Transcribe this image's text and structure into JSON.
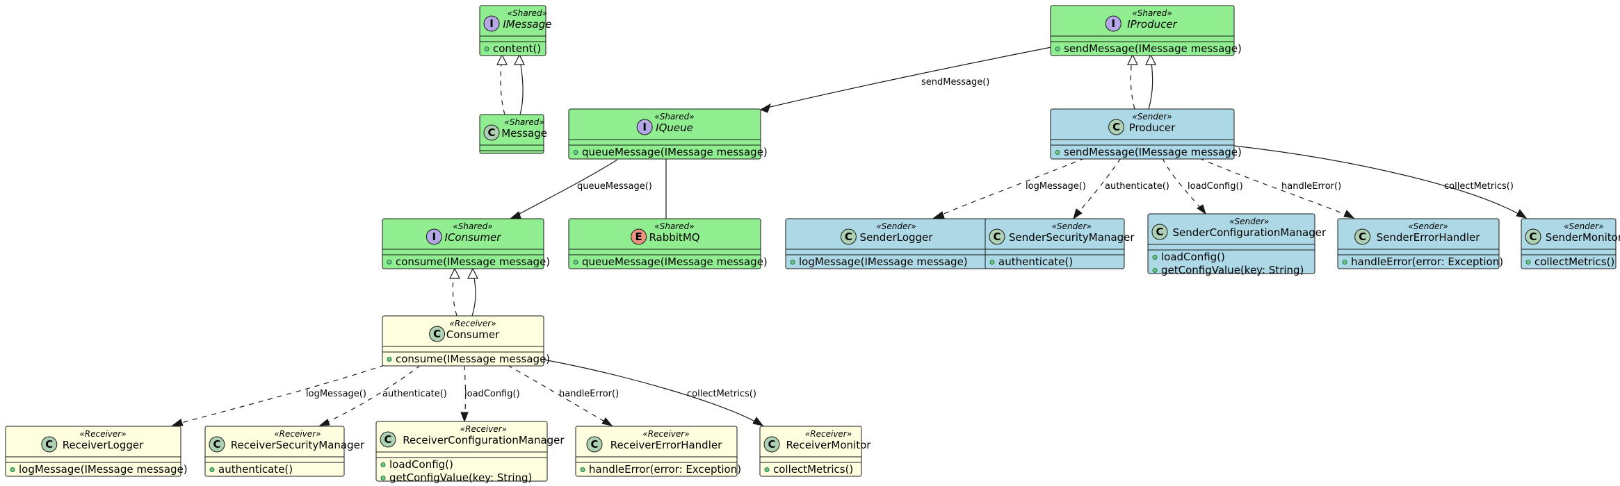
{
  "colors": {
    "shared": "#90EE90",
    "sender": "#ADD8E6",
    "receiver": "#FFFFE0",
    "interface_badge": "#B4A7E5",
    "class_badge": "#ADD1B2",
    "enum_badge": "#EB937F"
  },
  "classes": {
    "IMessage": {
      "stereotype": "«Shared»",
      "name": "IMessage",
      "kind": "I",
      "members": [
        "content()"
      ]
    },
    "Message": {
      "stereotype": "«Shared»",
      "name": "Message",
      "kind": "C",
      "members": []
    },
    "IProducer": {
      "stereotype": "«Shared»",
      "name": "IProducer",
      "kind": "I",
      "members": [
        "sendMessage(IMessage message)"
      ]
    },
    "IQueue": {
      "stereotype": "«Shared»",
      "name": "IQueue",
      "kind": "I",
      "members": [
        "queueMessage(IMessage message)"
      ]
    },
    "Producer": {
      "stereotype": "«Sender»",
      "name": "Producer",
      "kind": "C",
      "members": [
        "sendMessage(IMessage message)"
      ]
    },
    "IConsumer": {
      "stereotype": "«Shared»",
      "name": "IConsumer",
      "kind": "I",
      "members": [
        "consume(IMessage message)"
      ]
    },
    "RabbitMQ": {
      "stereotype": "«Shared»",
      "name": "RabbitMQ",
      "kind": "E",
      "members": [
        "queueMessage(IMessage message)"
      ]
    },
    "SenderLogger": {
      "stereotype": "«Sender»",
      "name": "SenderLogger",
      "kind": "C",
      "members": [
        "logMessage(IMessage message)"
      ]
    },
    "SenderSecurityManager": {
      "stereotype": "«Sender»",
      "name": "SenderSecurityManager",
      "kind": "C",
      "members": [
        "authenticate()"
      ]
    },
    "SenderConfigurationManager": {
      "stereotype": "«Sender»",
      "name": "SenderConfigurationManager",
      "kind": "C",
      "members": [
        "loadConfig()",
        "getConfigValue(key: String)"
      ]
    },
    "SenderErrorHandler": {
      "stereotype": "«Sender»",
      "name": "SenderErrorHandler",
      "kind": "C",
      "members": [
        "handleError(error: Exception)"
      ]
    },
    "SenderMonitor": {
      "stereotype": "«Sender»",
      "name": "SenderMonitor",
      "kind": "C",
      "members": [
        "collectMetrics()"
      ]
    },
    "Consumer": {
      "stereotype": "«Receiver»",
      "name": "Consumer",
      "kind": "C",
      "members": [
        "consume(IMessage message)"
      ]
    },
    "ReceiverLogger": {
      "stereotype": "«Receiver»",
      "name": "ReceiverLogger",
      "kind": "C",
      "members": [
        "logMessage(IMessage message)"
      ]
    },
    "ReceiverSecurityManager": {
      "stereotype": "«Receiver»",
      "name": "ReceiverSecurityManager",
      "kind": "C",
      "members": [
        "authenticate()"
      ]
    },
    "ReceiverConfigurationManager": {
      "stereotype": "«Receiver»",
      "name": "ReceiverConfigurationManager",
      "kind": "C",
      "members": [
        "loadConfig()",
        "getConfigValue(key: String)"
      ]
    },
    "ReceiverErrorHandler": {
      "stereotype": "«Receiver»",
      "name": "ReceiverErrorHandler",
      "kind": "C",
      "members": [
        "handleError(error: Exception)"
      ]
    },
    "ReceiverMonitor": {
      "stereotype": "«Receiver»",
      "name": "ReceiverMonitor",
      "kind": "C",
      "members": [
        "collectMetrics()"
      ]
    }
  },
  "edge_labels": {
    "sendMessage": "sendMessage()",
    "queueMessage": "queueMessage()",
    "s_logMessage": "logMessage()",
    "s_authenticate": "authenticate()",
    "s_loadConfig": "loadConfig()",
    "s_handleError": "handleError()",
    "s_collectMetrics": "collectMetrics()",
    "r_logMessage": "logMessage()",
    "r_authenticate": "authenticate()",
    "r_loadConfig": "loadConfig()",
    "r_handleError": "handleError()",
    "r_collectMetrics": "collectMetrics()"
  }
}
